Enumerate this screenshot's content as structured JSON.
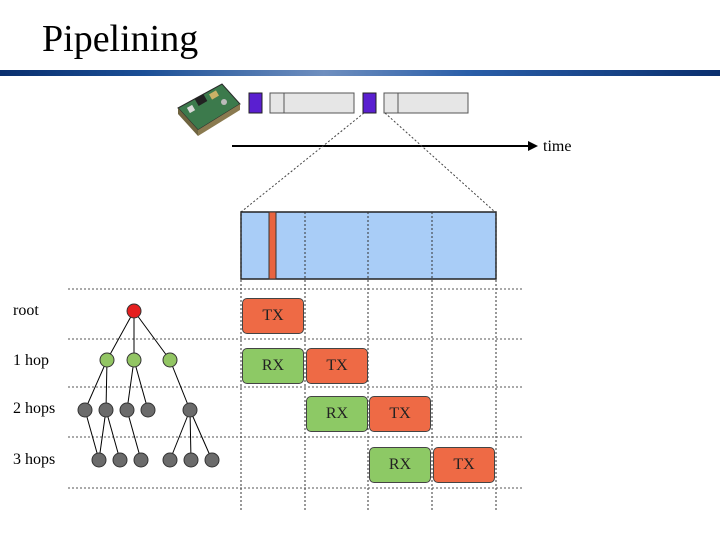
{
  "slide": {
    "title": "Pipelining",
    "time_label": "time"
  },
  "rows": [
    {
      "label": "root"
    },
    {
      "label": "1 hop"
    },
    {
      "label": "2 hops"
    },
    {
      "label": "3 hops"
    }
  ],
  "slots": [
    {
      "label": "TX",
      "kind": "tx"
    },
    {
      "label": "RX",
      "kind": "rx"
    },
    {
      "label": "TX",
      "kind": "tx"
    },
    {
      "label": "RX",
      "kind": "rx"
    },
    {
      "label": "TX",
      "kind": "tx"
    },
    {
      "label": "RX",
      "kind": "rx"
    },
    {
      "label": "TX",
      "kind": "tx"
    }
  ],
  "colors": {
    "root_node": "#e51f1f",
    "hop1_node": "#92c563",
    "deep_node": "#6b6b6b",
    "tx": "#ee6a45",
    "rx": "#8dc965",
    "epoch_fill": "#a9cdf7",
    "active_slot": "#5a1fd0"
  }
}
